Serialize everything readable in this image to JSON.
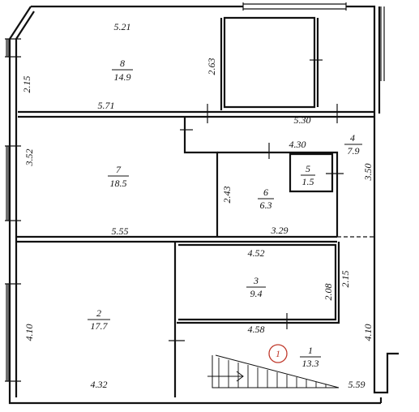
{
  "rooms": [
    {
      "num": "8",
      "area": "14.9"
    },
    {
      "num": "7",
      "area": "18.5"
    },
    {
      "num": "6",
      "area": "6.3"
    },
    {
      "num": "5",
      "area": "1.5"
    },
    {
      "num": "4",
      "area": "7.9"
    },
    {
      "num": "3",
      "area": "9.4"
    },
    {
      "num": "2",
      "area": "17.7"
    },
    {
      "num": "1",
      "area": "13.3"
    }
  ],
  "dims": {
    "d521": "5.21",
    "d263": "2.63",
    "d215a": "2.15",
    "d571": "5.71",
    "d530": "5.30",
    "d430": "4.30",
    "d352": "3.52",
    "d350": "3.50",
    "d243": "2.43",
    "d555": "5.55",
    "d329": "3.29",
    "d452": "4.52",
    "d208": "2.08",
    "d215b": "2.15",
    "d410a": "4.10",
    "d410b": "4.10",
    "d458": "4.58",
    "d432": "4.32",
    "d559": "5.59"
  },
  "marker": "1"
}
